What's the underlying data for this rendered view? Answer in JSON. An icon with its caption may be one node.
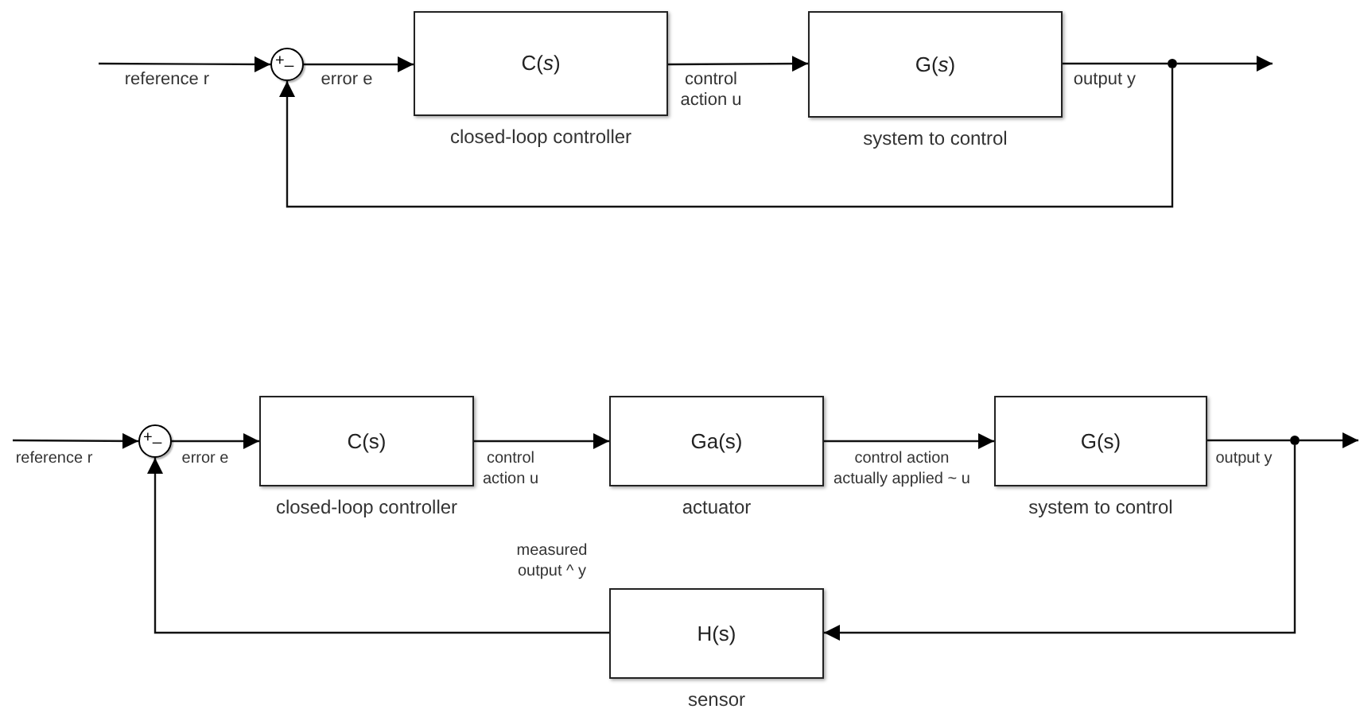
{
  "diagram": {
    "nodes": [
      {
        "text": [
          "+",
          "_"
        ]
      },
      {
        "text": [
          "C(*s*)"
        ],
        "beside": [
          "closed-loop controller"
        ]
      },
      {
        "text": [
          "G(*s*)"
        ],
        "beside": [
          "system to control"
        ]
      },
      {
        "text": [],
        "shape": "circle"
      },
      {
        "text": [
          "+",
          "_"
        ]
      },
      {
        "text": [
          "C(s)"
        ],
        "beside": [
          "closed-loop controller"
        ]
      },
      {
        "text": [
          "Ga(s)"
        ],
        "beside": [
          "actuator"
        ]
      },
      {
        "text": [
          "G(s)"
        ],
        "beside": [
          "system to control"
        ]
      },
      {
        "text": [],
        "shape": "circle"
      },
      {
        "text": [
          "H(s)"
        ],
        "beside": [
          "sensor"
        ]
      }
    ],
    "edges": [
      {
        "from": null,
        "to": 0,
        "arrow": "to",
        "label": "reference r"
      },
      {
        "from": 0,
        "to": 1,
        "arrow": "to",
        "label": "error e"
      },
      {
        "from": 1,
        "to": 2,
        "arrow": "to",
        "label": "control action u"
      },
      {
        "from": 2,
        "to": 3,
        "arrow": "none",
        "label": "output y"
      },
      {
        "from": 3,
        "to": null,
        "arrow": "to"
      },
      {
        "from": 3,
        "to": 0,
        "arrow": "to"
      },
      {
        "from": null,
        "to": 4,
        "arrow": "to",
        "label": "reference r"
      },
      {
        "from": 4,
        "to": 5,
        "arrow": "to",
        "label": "error e"
      },
      {
        "from": 5,
        "to": 6,
        "arrow": "to",
        "label": "control action u"
      },
      {
        "from": 6,
        "to": 7,
        "arrow": "to",
        "label": "control action actually applied ~ u"
      },
      {
        "from": 7,
        "to": 8,
        "arrow": "none",
        "label": "output y"
      },
      {
        "from": 8,
        "to": null,
        "arrow": "to"
      },
      {
        "from": 8,
        "to": 9,
        "arrow": "to"
      },
      {
        "from": 9,
        "to": 4,
        "arrow": "to",
        "label": "measured output ^ y"
      }
    ]
  }
}
